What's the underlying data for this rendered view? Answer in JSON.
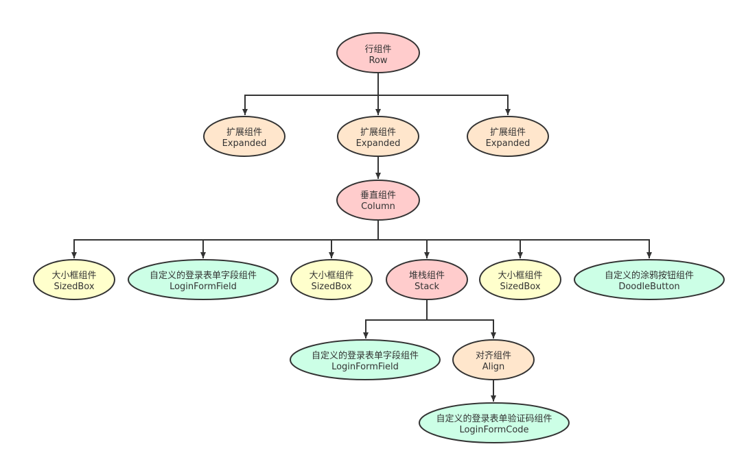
{
  "colors": {
    "pink": "#ffcccc",
    "peach": "#ffe6cc",
    "yellow": "#ffffcc",
    "mint": "#ccffe6",
    "stroke": "#333333",
    "text": "#333333"
  },
  "nodes": {
    "row": {
      "zh": "行组件",
      "en": "Row"
    },
    "expanded_left": {
      "zh": "扩展组件",
      "en": "Expanded"
    },
    "expanded_mid": {
      "zh": "扩展组件",
      "en": "Expanded"
    },
    "expanded_right": {
      "zh": "扩展组件",
      "en": "Expanded"
    },
    "column": {
      "zh": "垂直组件",
      "en": "Column"
    },
    "sizedbox_1": {
      "zh": "大小框组件",
      "en": "SizedBox"
    },
    "loginformfield_1": {
      "zh": "自定义的登录表单字段组件",
      "en": "LoginFormField"
    },
    "sizedbox_2": {
      "zh": "大小框组件",
      "en": "SizedBox"
    },
    "stack": {
      "zh": "堆栈组件",
      "en": "Stack"
    },
    "sizedbox_3": {
      "zh": "大小框组件",
      "en": "SizedBox"
    },
    "doodlebutton": {
      "zh": "自定义的涂鸦按钮组件",
      "en": "DoodleButton"
    },
    "loginformfield_2": {
      "zh": "自定义的登录表单字段组件",
      "en": "LoginFormField"
    },
    "align": {
      "zh": "对齐组件",
      "en": "Align"
    },
    "loginformcode": {
      "zh": "自定义的登录表单验证码组件",
      "en": "LoginFormCode"
    }
  }
}
